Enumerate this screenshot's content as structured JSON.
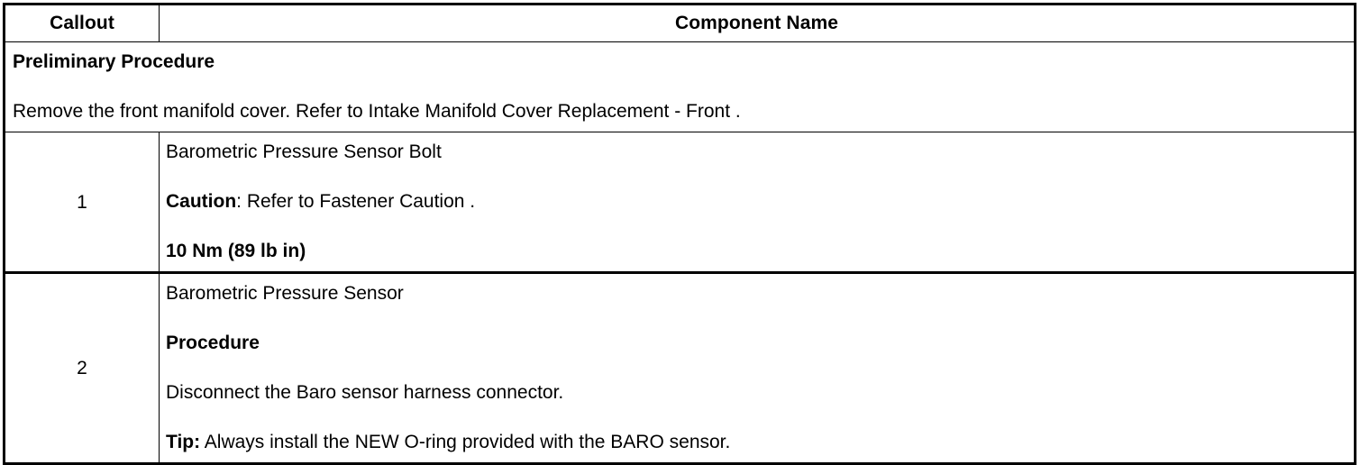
{
  "table": {
    "headers": {
      "callout": "Callout",
      "component_name": "Component Name"
    },
    "preliminary": {
      "title": "Preliminary Procedure",
      "text": "Remove the front manifold cover. Refer to Intake Manifold Cover Replacement - Front ."
    },
    "rows": [
      {
        "callout": "1",
        "paragraphs": [
          {
            "bold_lead": "",
            "text": "Barometric Pressure Sensor Bolt",
            "all_bold": false
          },
          {
            "bold_lead": "Caution",
            "text": ": Refer to Fastener Caution .",
            "all_bold": false
          },
          {
            "bold_lead": "",
            "text": "10 Nm (89 lb in)",
            "all_bold": true
          }
        ]
      },
      {
        "callout": "2",
        "paragraphs": [
          {
            "bold_lead": "",
            "text": "Barometric Pressure Sensor",
            "all_bold": false
          },
          {
            "bold_lead": "",
            "text": "Procedure",
            "all_bold": true
          },
          {
            "bold_lead": "",
            "text": "Disconnect the Baro sensor harness connector.",
            "all_bold": false
          },
          {
            "bold_lead": "Tip:",
            "text": " Always install the NEW O-ring provided with the BARO sensor.",
            "all_bold": false
          }
        ]
      }
    ]
  },
  "colors": {
    "border": "#000000",
    "text": "#000000",
    "background": "#ffffff"
  }
}
